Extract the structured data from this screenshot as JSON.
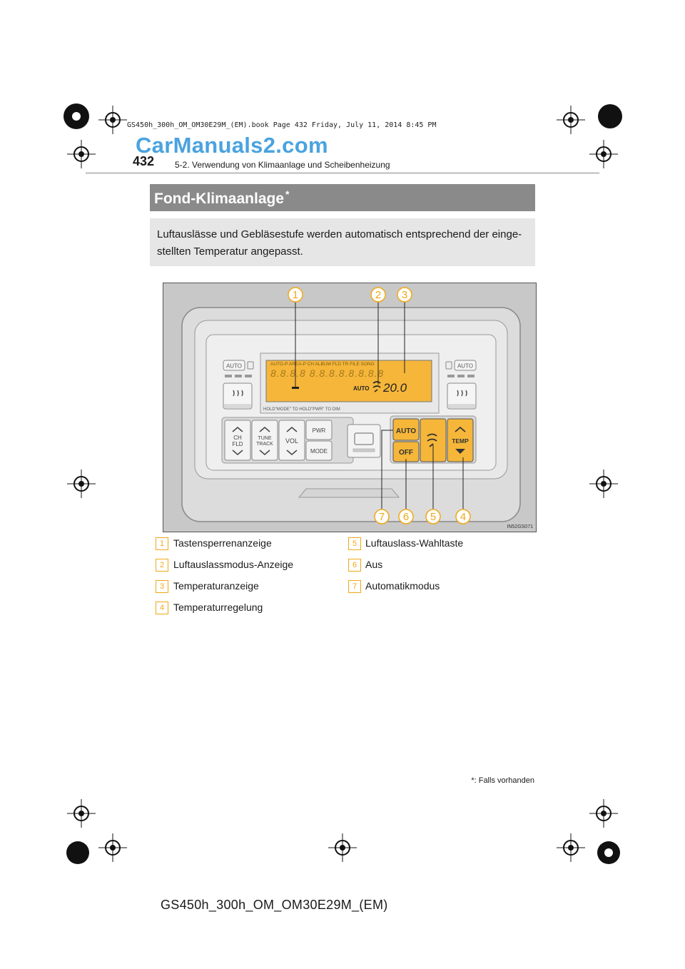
{
  "book_line": "GS450h_300h_OM_OM30E29M_(EM).book  Page 432  Friday, July 11, 2014  8:45 PM",
  "watermark": "CarManuals2.com",
  "header": {
    "page_number": "432",
    "section": "5-2. Verwendung von Klimaanlage und Scheibenheizung"
  },
  "title": {
    "text": "Fond-Klimaanlage",
    "superscript": "*"
  },
  "intro": {
    "line1": "Luftauslässe und Gebläsestufe werden automatisch entsprechend der einge-",
    "line2": "stellten Temperatur angepasst."
  },
  "figure": {
    "code": "IN52GS071",
    "lcd_top": "AUTO-P AREA-P CH ALBUM FLD TR FILE SONG",
    "lcd_segments": "8.8.8.8  8.8.8.8.8.8.8.8",
    "lcd_auto": "AUTO",
    "lcd_temp": "20.0",
    "lcd_hold": "HOLD\"MODE\" TO      HOLD\"PWR\" TO  DIM",
    "auto_left": "AUTO",
    "auto_right": "AUTO",
    "btn_ch": "CH",
    "btn_fld": "FLD",
    "btn_tune": "TUNE",
    "btn_track": "TRACK",
    "btn_vol": "VOL",
    "btn_pwr": "PWR",
    "btn_mode": "MODE",
    "btn_auto": "AUTO",
    "btn_off": "OFF",
    "btn_temp": "TEMP",
    "callouts": [
      "1",
      "2",
      "3",
      "7",
      "6",
      "5",
      "4"
    ]
  },
  "legend": [
    {
      "num": "1",
      "label": "Tastensperrenanzeige"
    },
    {
      "num": "2",
      "label": "Luftauslassmodus-Anzeige"
    },
    {
      "num": "3",
      "label": "Temperaturanzeige"
    },
    {
      "num": "4",
      "label": "Temperaturregelung"
    },
    {
      "num": "5",
      "label": "Luftauslass-Wahltaste"
    },
    {
      "num": "6",
      "label": "Aus"
    },
    {
      "num": "7",
      "label": "Automatikmodus"
    }
  ],
  "footnote": "*: Falls vorhanden",
  "footer": "GS450h_300h_OM_OM30E29M_(EM)",
  "colors": {
    "accent_orange": "#f0a818",
    "lcd": "#f5b63a",
    "title_bar": "#8a8a8a",
    "intro_bg": "#e6e6e6",
    "watermark": "#4aa3df"
  }
}
